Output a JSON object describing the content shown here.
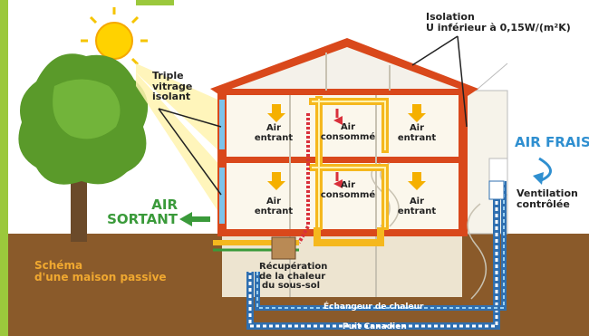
{
  "labels": {
    "insulation_line1": "Isolation",
    "insulation_line2": "U inférieur à 0,15W/(m²K)",
    "glazing_line1": "Triple",
    "glazing_line2": "vitrage",
    "glazing_line3": "isolant",
    "air_in": "Air",
    "air_in_2": "entrant",
    "air_used": "Air",
    "air_used_2": "consommé",
    "fresh_air": "AIR FRAIS",
    "ventilation_line1": "Ventilation",
    "ventilation_line2": "contrôlée",
    "air_out_line1": "AIR",
    "air_out_line2": "SORTANT",
    "scheme_line1": "Schéma",
    "scheme_line2": "d'une maison passive",
    "recovery_line1": "Récupération",
    "recovery_line2": "de la chaleur",
    "recovery_line3": "du sous-sol",
    "exchanger": "Échangeur de chaleur",
    "canadian_well": "Puit Canadien"
  },
  "colors": {
    "sky": "#ffffff",
    "soil": "#8a5a2a",
    "wall": "#d9481b",
    "pipe_hot": "#f5b81e",
    "pipe_cold": "#6ab0e6",
    "green_accent": "#3a9a3a",
    "blue_accent": "#2f8fd0"
  }
}
